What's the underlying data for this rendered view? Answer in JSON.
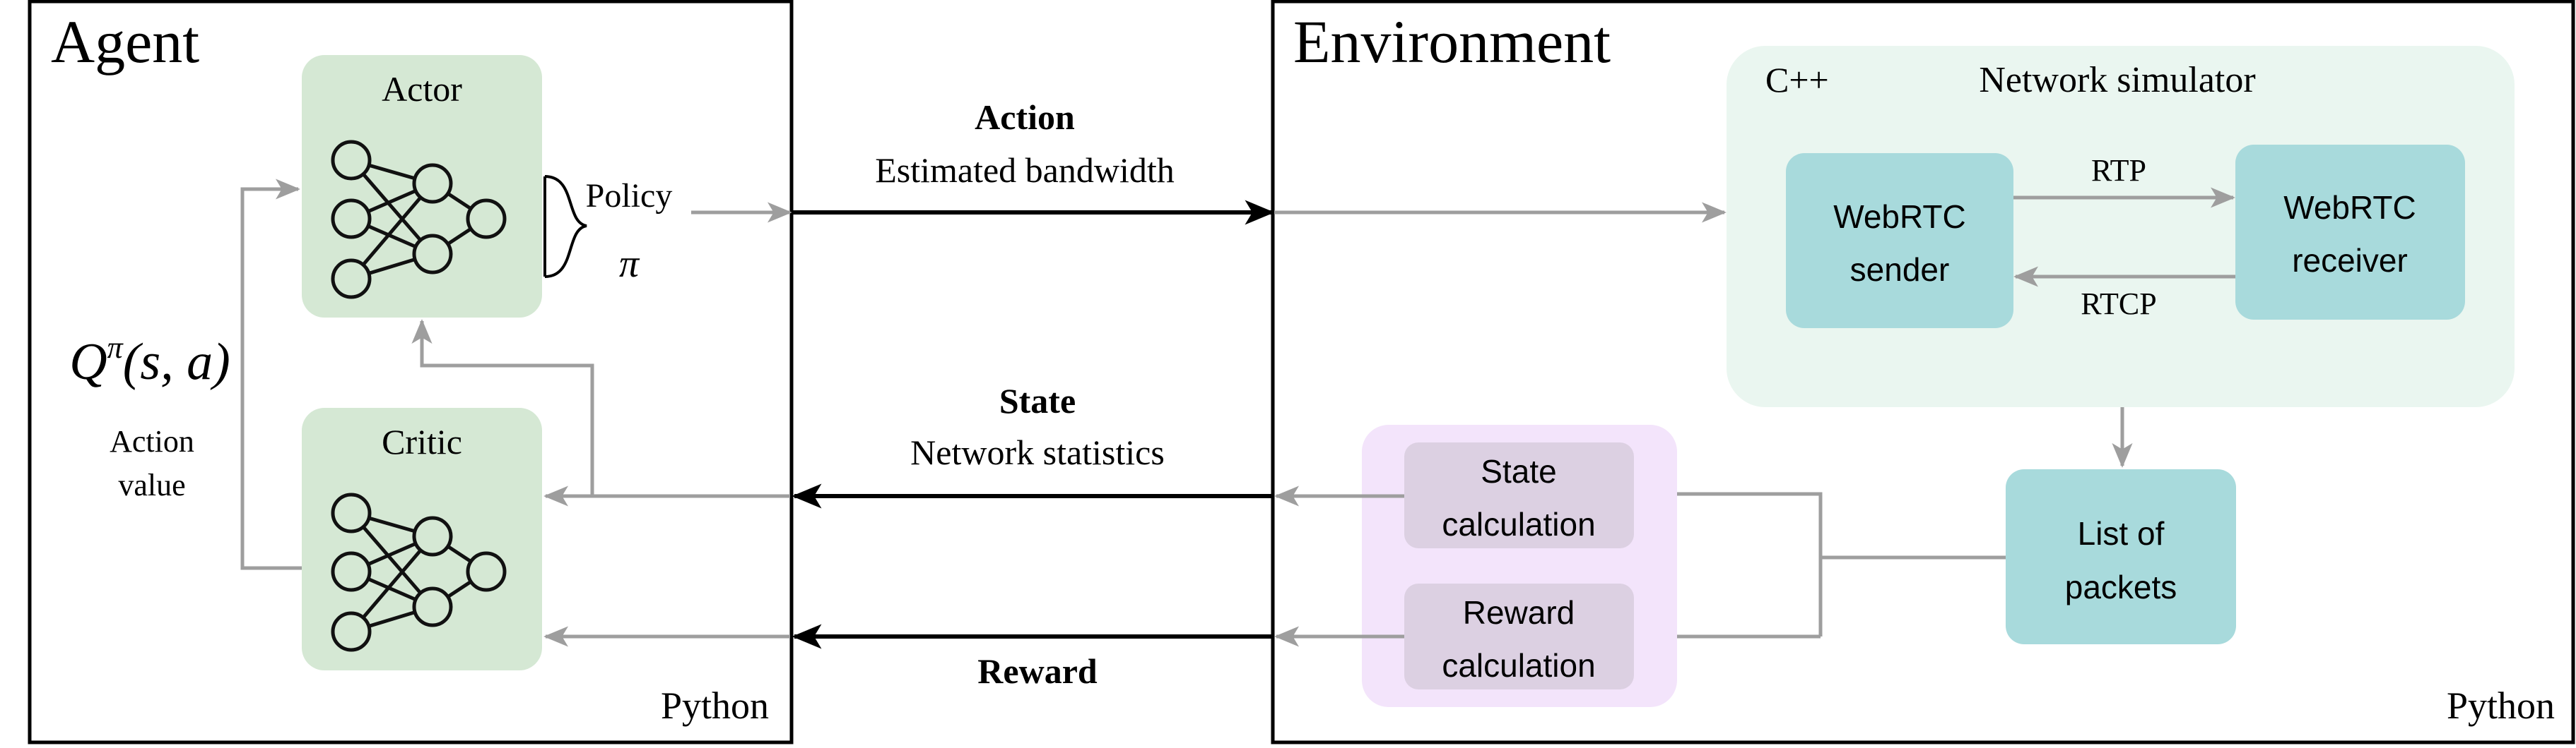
{
  "agent": {
    "title": "Agent",
    "footer": "Python",
    "actor": {
      "label": "Actor"
    },
    "critic": {
      "label": "Critic"
    },
    "policy": {
      "label": "Policy",
      "symbol": "π"
    },
    "q_value": {
      "Q": "Q",
      "pi": "π",
      "args": "(s, a)",
      "line1": "Action",
      "line2": "value"
    }
  },
  "channel": {
    "action": {
      "title": "Action",
      "subtitle": "Estimated bandwidth"
    },
    "state": {
      "title": "State",
      "subtitle": "Network statistics"
    },
    "reward": {
      "title": "Reward"
    }
  },
  "environment": {
    "title": "Environment",
    "footer": "Python",
    "simulator": {
      "lang": "C++",
      "title": "Network simulator",
      "sender": {
        "line1": "WebRTC",
        "line2": "sender"
      },
      "receiver": {
        "line1": "WebRTC",
        "line2": "receiver"
      },
      "rtp": "RTP",
      "rtcp": "RTCP"
    },
    "packets": {
      "line1": "List of",
      "line2": "packets"
    },
    "state_calc": {
      "line1": "State",
      "line2": "calculation"
    },
    "reward_calc": {
      "line1": "Reward",
      "line2": "calculation"
    }
  },
  "colors": {
    "nn_box": "#d5e8d4",
    "simulator_bg": "#eaf6f0",
    "webrtc_box": "#a8dadc",
    "calc_group_bg": "#f3e4fb",
    "calc_box": "#dcd0e2",
    "gray_arrow": "#9e9e9e",
    "black": "#000000"
  }
}
